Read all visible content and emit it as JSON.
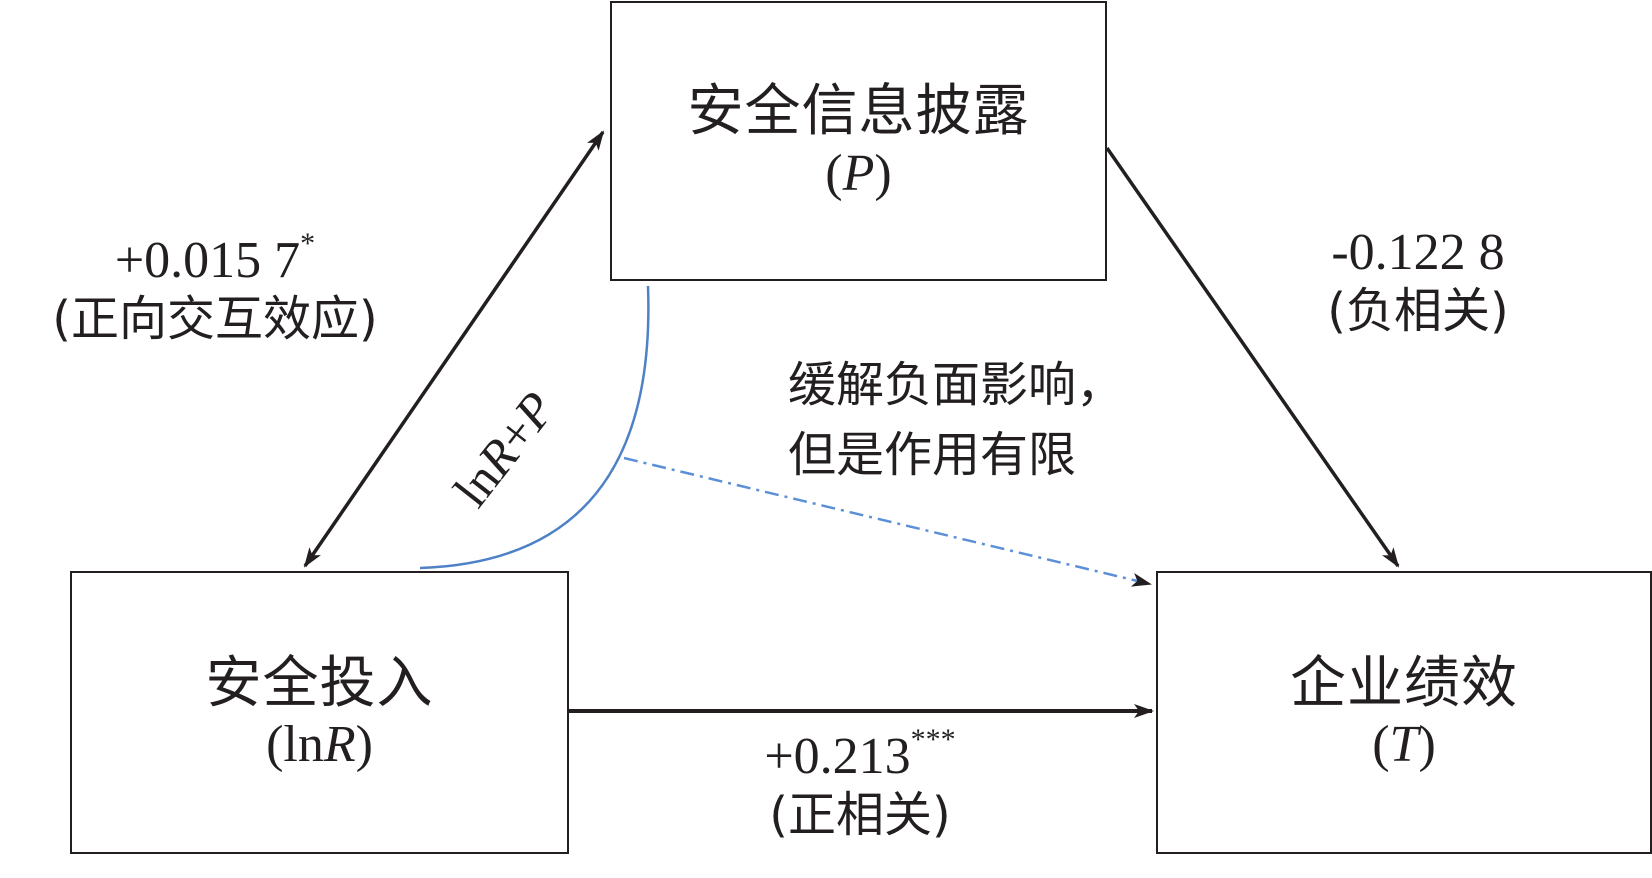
{
  "boxes": {
    "disclosure": {
      "title": "安全信息披露",
      "var_open": "(",
      "var_symbol": "P",
      "var_close": ")"
    },
    "investment": {
      "title": "安全投入",
      "var_open": "(ln",
      "var_symbol": "R",
      "var_close": ")"
    },
    "performance": {
      "title": "企业绩效",
      "var_open": "(",
      "var_symbol": "T",
      "var_close": ")"
    }
  },
  "edges": {
    "investment_disclosure": {
      "coefficient": "+0.015 7",
      "significance": "*",
      "note": "(正向交互效应)"
    },
    "disclosure_performance": {
      "coefficient": "-0.122 8",
      "significance": "",
      "note": "(负相关)"
    },
    "investment_performance": {
      "coefficient": "+0.213",
      "significance": "***",
      "note": "(正相关)"
    }
  },
  "interaction": {
    "prefix": "ln",
    "symbol_r": "R",
    "plus": "+",
    "symbol_p": "P"
  },
  "mediation": {
    "line1": "缓解负面影响，",
    "line2": "但是作用有限"
  },
  "colors": {
    "stroke": "#231f20",
    "interaction_arc": "#4f81c7",
    "dashed_arrow": "#5b8fd6"
  }
}
